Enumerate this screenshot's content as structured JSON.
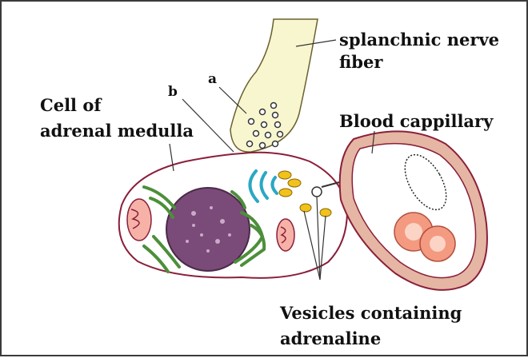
{
  "labels": {
    "nerve_line1": "splanchnic nerve",
    "nerve_line2": "fiber",
    "cell_line1": "Cell of",
    "cell_line2": "adrenal medulla",
    "capillary": "Blood cappillary",
    "vesicles_line1": "Vesicles containing",
    "vesicles_line2": "adrenaline",
    "a": "a",
    "b": "b"
  },
  "colors": {
    "nerve_fill": "#f7f6cf",
    "cell_outline": "#8a1f3a",
    "nucleus": "#7a4a78",
    "golgi": "#2aa8c4",
    "er": "#4c8f3a",
    "mitochondria": "#c85a5e",
    "vesicles": "#f2c21c",
    "capillary_wall": "#e5b6a3",
    "red_cell": "#f39a80"
  }
}
